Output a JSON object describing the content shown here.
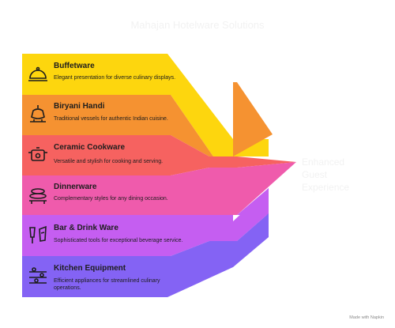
{
  "title": "Mahajan Hotelware Solutions",
  "items": [
    {
      "title": "Buffetware",
      "desc": "Elegant presentation for diverse culinary displays.",
      "icon": "cloche-icon",
      "color": "#fdd60e"
    },
    {
      "title": "Biryani Handi",
      "desc": "Traditional vessels for authentic Indian cuisine.",
      "icon": "handi-pot-icon",
      "color": "#f59231"
    },
    {
      "title": "Ceramic Cookware",
      "desc": "Versatile and stylish for cooking and serving.",
      "icon": "cooking-pot-icon",
      "color": "#f66260"
    },
    {
      "title": "Dinnerware",
      "desc": "Complementary styles for any dining occasion.",
      "icon": "plates-cutlery-icon",
      "color": "#ef5bac"
    },
    {
      "title": "Bar & Drink Ware",
      "desc": "Sophisticated tools for exceptional beverage service.",
      "icon": "glasses-icon",
      "color": "#c55ef1"
    },
    {
      "title": "Kitchen Equipment",
      "desc": "Efficient appliances for streamlined culinary operations.",
      "icon": "stove-icon",
      "color": "#8463f4"
    }
  ],
  "outcome": {
    "line1": "Enhanced",
    "line2": "Guest",
    "line3": "Experience"
  },
  "footer": "Made with Napkin"
}
